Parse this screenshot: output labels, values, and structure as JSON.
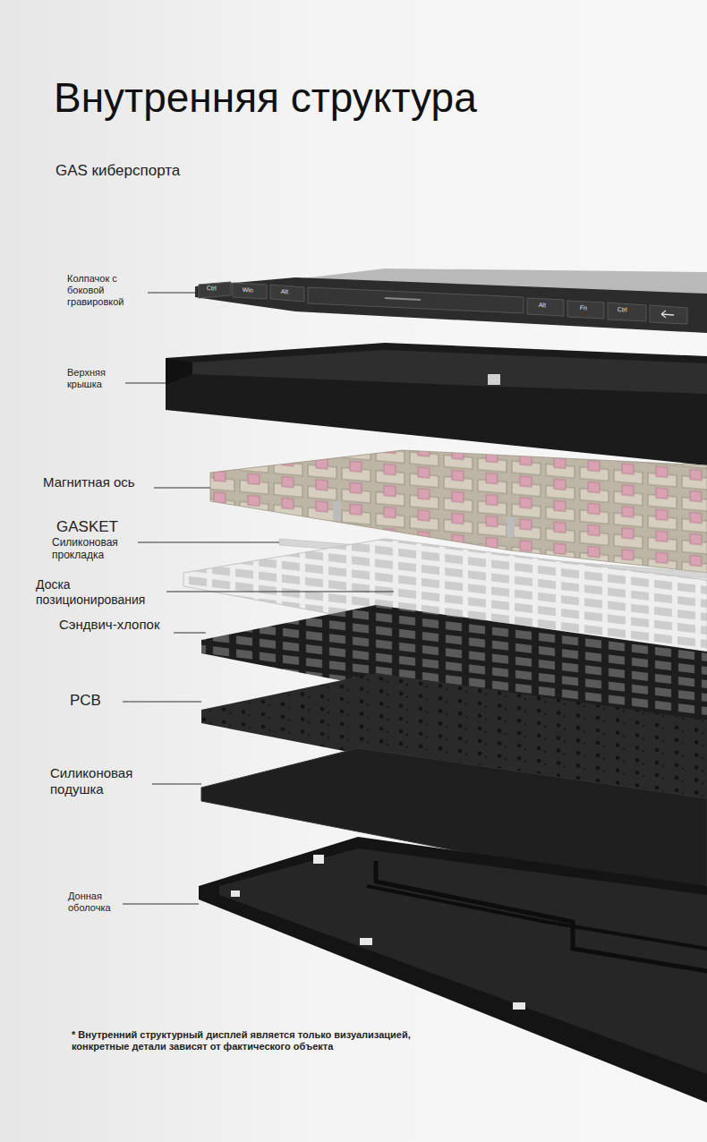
{
  "diagram": {
    "title": "Внутренняя структура",
    "labels": [
      "GAS киберспорта",
      "Колпачок с боковой гравировкой",
      "Ctrl",
      "Win",
      "Alt",
      "Alt",
      "Fn",
      "Ctrl",
      "Верхняя крышка",
      "Магнитная ось",
      "GASKET",
      "Силиконовая прокладка",
      "Доска позиционирования",
      "Сэндвич-хлопок",
      "PCB",
      "Силиконовая подушка",
      "Донная оболочка",
      "* Внутренний структурный дисплей является только визуализацией, конкретные детали зависят от фактического объекта"
    ]
  }
}
